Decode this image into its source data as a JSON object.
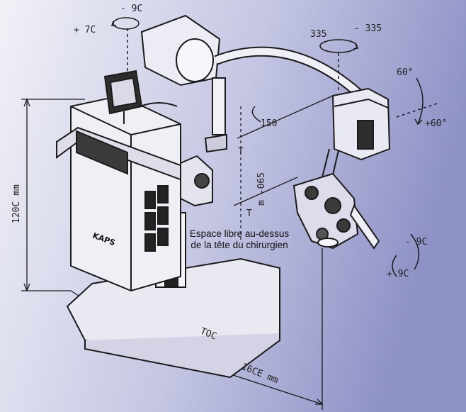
{
  "caption": "Espace libre au-dessus de la tête du chirurgien",
  "dimensions": {
    "height_label": "120C mm",
    "length_label": "16CE mm",
    "vertical_label": "m -065",
    "width_label": "TOC",
    "arm_reach_label": "150"
  },
  "rotations": {
    "top_left_minus": "- 9C",
    "top_left_plus": "+ 7C",
    "top_right_minus": "- 335",
    "top_right_plus": "335",
    "head_minus": "60°",
    "head_plus": "+60°",
    "scope_minus": "- 9C",
    "scope_plus": "+ 9C",
    "axis_T_upper": "T",
    "axis_T_lower": "T"
  },
  "brand_text": "KAPS",
  "colors": {
    "bg_left": "#f1f1f7",
    "bg_right": "#8f92c6",
    "ink": "#1b1b1b",
    "shadow": "#2a2a2a"
  }
}
